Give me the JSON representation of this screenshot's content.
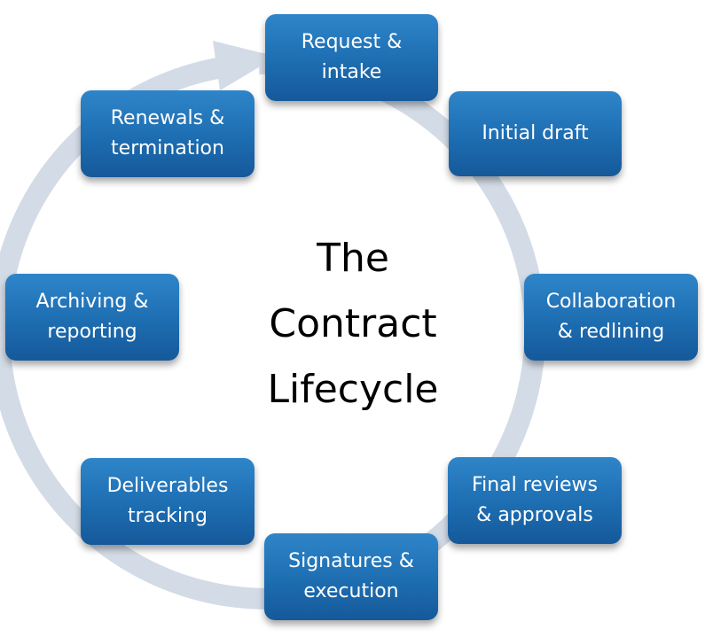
{
  "diagram": {
    "title_lines": [
      "The",
      "Contract",
      "Lifecycle"
    ],
    "ring_color": "#d3dbe6",
    "node_color": "#1f71b6",
    "steps": [
      {
        "lines": [
          "Request &",
          "intake"
        ]
      },
      {
        "lines": [
          "Initial draft"
        ]
      },
      {
        "lines": [
          "Collaboration",
          "& redlining"
        ]
      },
      {
        "lines": [
          "Final reviews",
          "& approvals"
        ]
      },
      {
        "lines": [
          "Signatures &",
          "execution"
        ]
      },
      {
        "lines": [
          "Deliverables",
          "tracking"
        ]
      },
      {
        "lines": [
          "Archiving &",
          "reporting"
        ]
      },
      {
        "lines": [
          "Renewals &",
          "termination"
        ]
      }
    ]
  }
}
